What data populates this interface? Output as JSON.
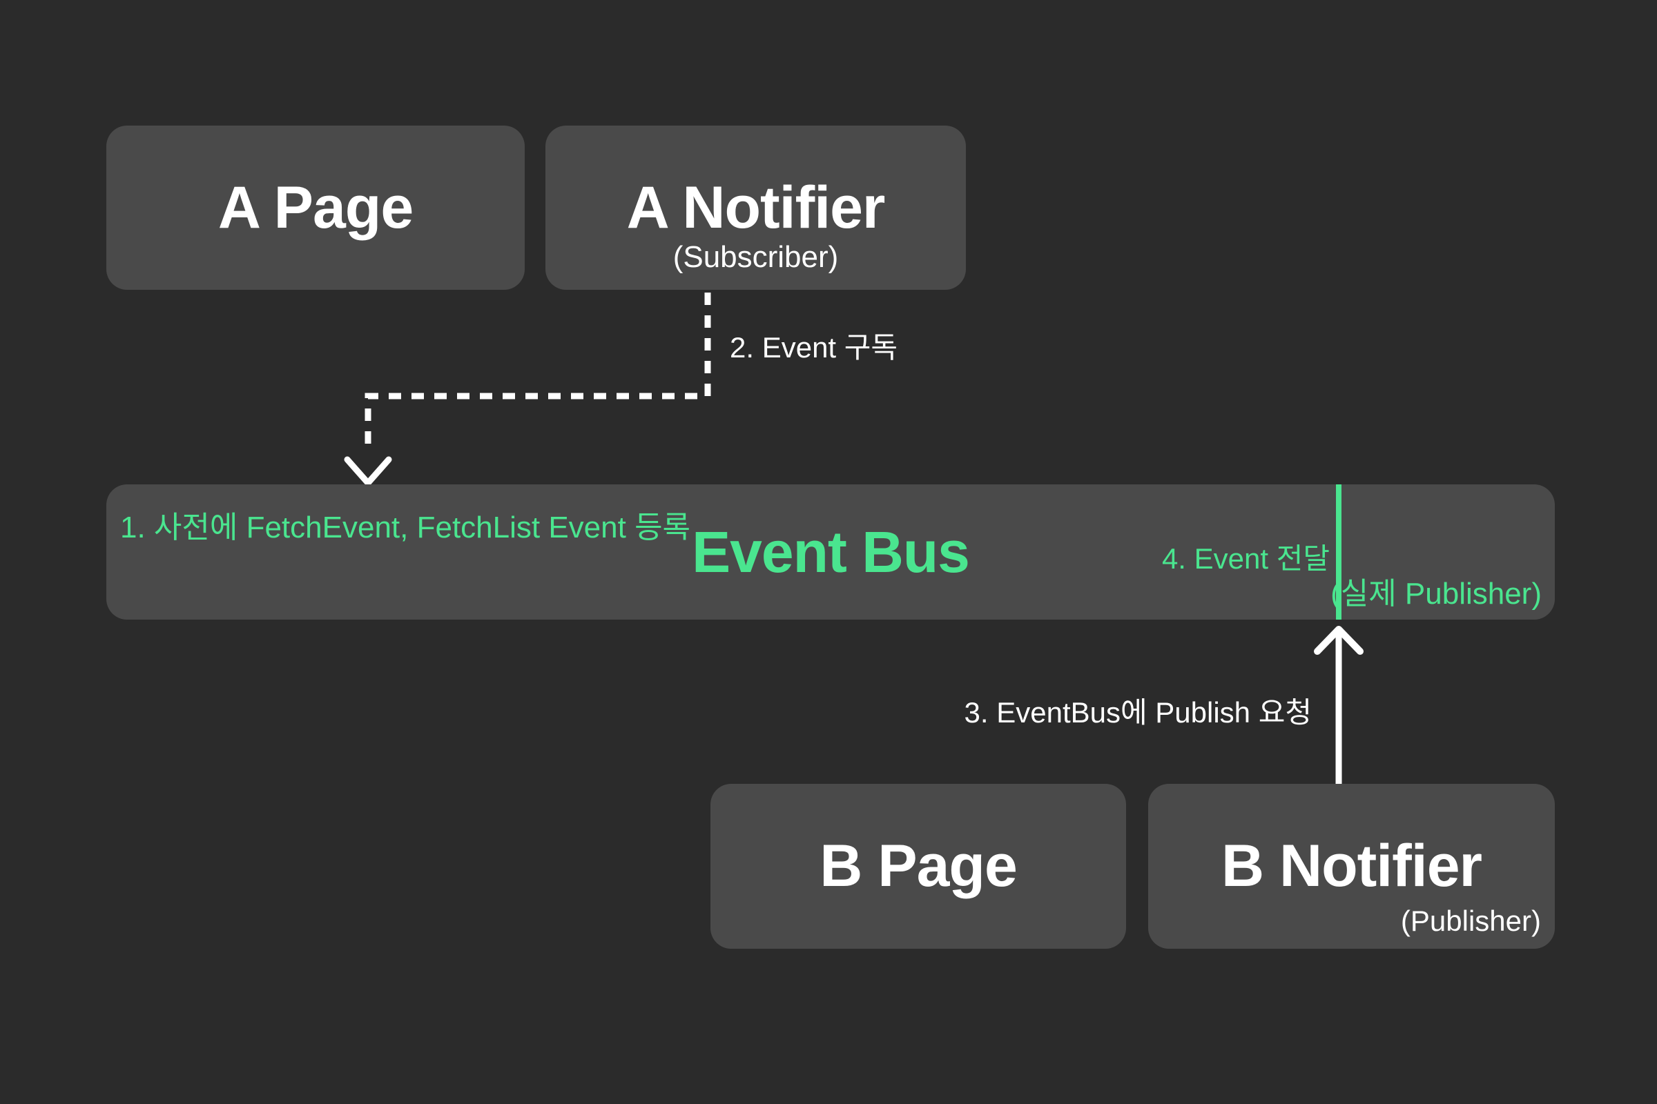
{
  "colors": {
    "background": "#2b2b2b",
    "box": "#4a4a4a",
    "text": "#ffffff",
    "accent_green": "#4ae58f"
  },
  "nodes": {
    "a_page": {
      "title": "A Page"
    },
    "a_notifier": {
      "title": "A Notifier",
      "subtitle": "(Subscriber)"
    },
    "event_bus": {
      "title": "Event Bus",
      "note_register": "1. 사전에 FetchEvent, FetchList Event 등록",
      "note_deliver": "4. Event 전달",
      "note_actual_publisher": "(실제 Publisher)"
    },
    "b_page": {
      "title": "B Page"
    },
    "b_notifier": {
      "title": "B Notifier",
      "subtitle": "(Publisher)"
    }
  },
  "edges": {
    "subscribe_label": "2. Event 구독",
    "publish_label": "3. EventBus에 Publish 요청"
  }
}
